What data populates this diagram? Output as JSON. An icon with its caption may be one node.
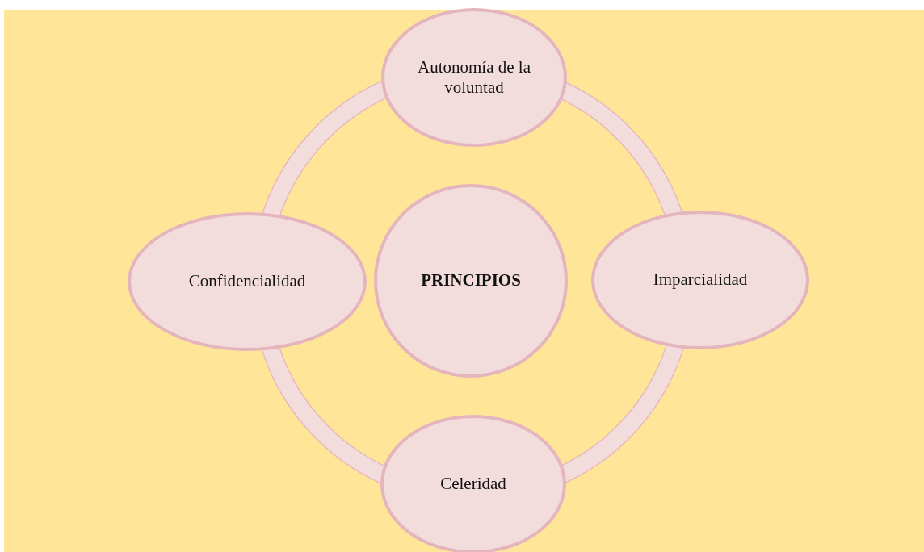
{
  "diagram": {
    "nodes": [
      {
        "text": [
          "Autonomía de la voluntad"
        ]
      },
      {
        "text": [
          "Confidencialidad"
        ]
      },
      {
        "text": [
          "PRINCIPIOS"
        ]
      },
      {
        "text": [
          "Imparcialidad"
        ]
      },
      {
        "text": [
          "Celeridad"
        ]
      }
    ],
    "edges": [
      {
        "from": 0,
        "to": 3,
        "arrow": "none"
      },
      {
        "from": 3,
        "to": 4,
        "arrow": "none"
      },
      {
        "from": 4,
        "to": 1,
        "arrow": "none"
      },
      {
        "from": 1,
        "to": 0,
        "arrow": "none"
      }
    ]
  }
}
